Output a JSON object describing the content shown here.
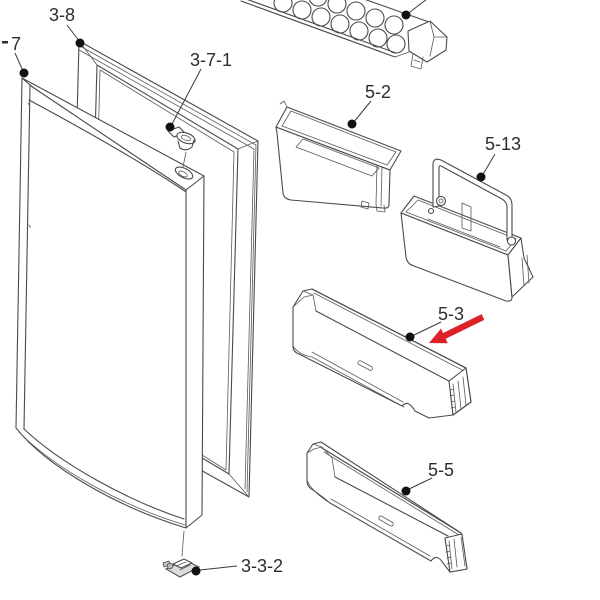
{
  "labels": {
    "gasket": "3-8",
    "door": "7",
    "hinge_pin": "3-7-1",
    "bin_small": "5-2",
    "basket": "5-13",
    "shelf_mid": "5-3",
    "shelf_bottom": "5-5",
    "hinge_bottom": "3-3-2"
  },
  "colors": {
    "line": "#4a4a4a",
    "label_text": "#2d2d2d",
    "callout_dot": "#111111",
    "highlight_arrow": "#dc2127",
    "background": "#ffffff"
  }
}
